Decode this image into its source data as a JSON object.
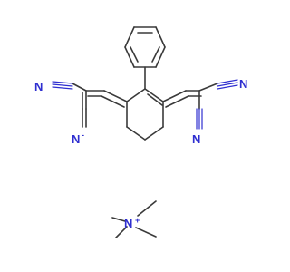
{
  "colors": {
    "bond": "#3a3a3a",
    "nitrogen": "#2f2fd0",
    "background": "#ffffff"
  },
  "structure": {
    "atom_labels": {
      "n_top_left": "N",
      "n_anion": "N",
      "n_top_right": "N",
      "n_bottom_right": "N",
      "n_ammonium": "N"
    },
    "charges": {
      "anion_charge": "-",
      "ammonium_charge": "+"
    }
  }
}
